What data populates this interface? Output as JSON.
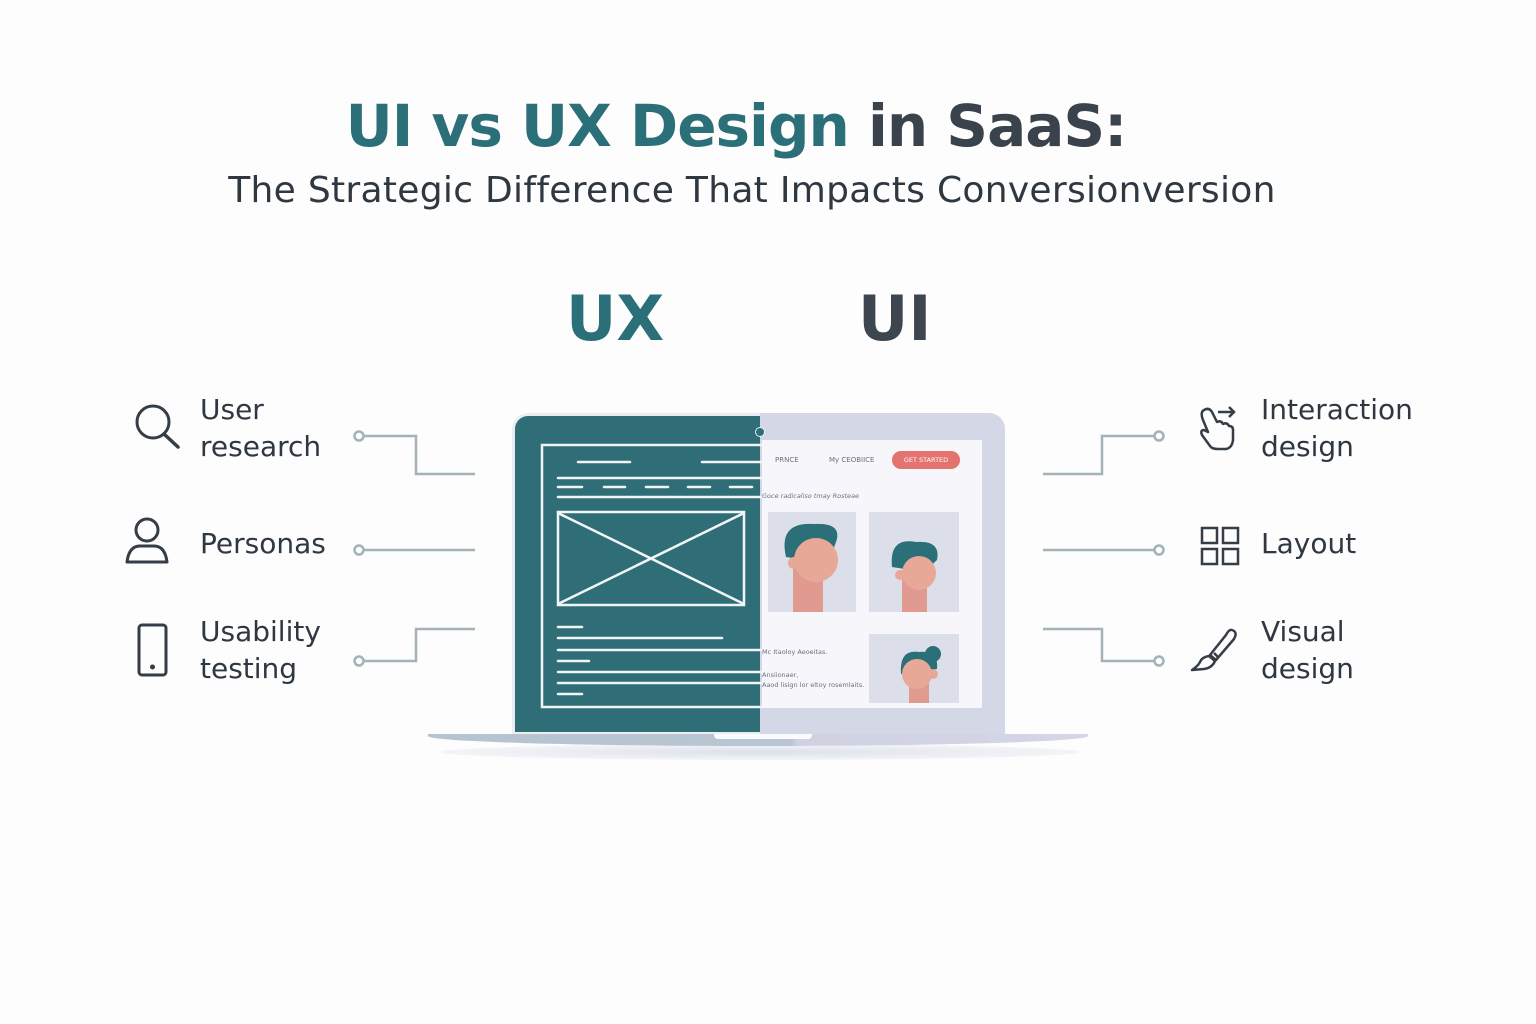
{
  "header": {
    "title_part1": "UI vs UX Design",
    "title_part2": " in SaaS:",
    "subtitle": "The Strategic Difference That Impacts Conversionversion"
  },
  "columns": {
    "ux_label": "UX",
    "ui_label": "UI"
  },
  "ux_items": [
    {
      "icon": "search-icon",
      "line1": "User",
      "line2": "research"
    },
    {
      "icon": "user-icon",
      "line1": "Personas",
      "line2": ""
    },
    {
      "icon": "smartphone-icon",
      "line1": "Usability",
      "line2": "testing"
    }
  ],
  "ui_items": [
    {
      "icon": "tap-gesture-icon",
      "line1": "Interaction",
      "line2": "design"
    },
    {
      "icon": "grid-layout-icon",
      "line1": "Layout",
      "line2": ""
    },
    {
      "icon": "paintbrush-icon",
      "line1": "Visual",
      "line2": "design"
    }
  ],
  "laptop": {
    "ui_screen": {
      "nav_item_1": "PRNCE",
      "nav_item_2": "My CEOBIICE",
      "cta_label": "GET STARTED",
      "tagline": "Goce radicaliso tmay Rosteae",
      "caption_1": "Mc Itaoloy Aeoeitas.",
      "caption_2": "Ansiionaer,",
      "caption_3": "Aaod lisign lor eltoy rosemlaits."
    }
  },
  "colors": {
    "teal": "#2b6f78",
    "dark": "#3a424c",
    "connector": "#a3b3b8",
    "cta": "#e2736f",
    "skin": "#e8a898",
    "neck": "#e19a90"
  }
}
